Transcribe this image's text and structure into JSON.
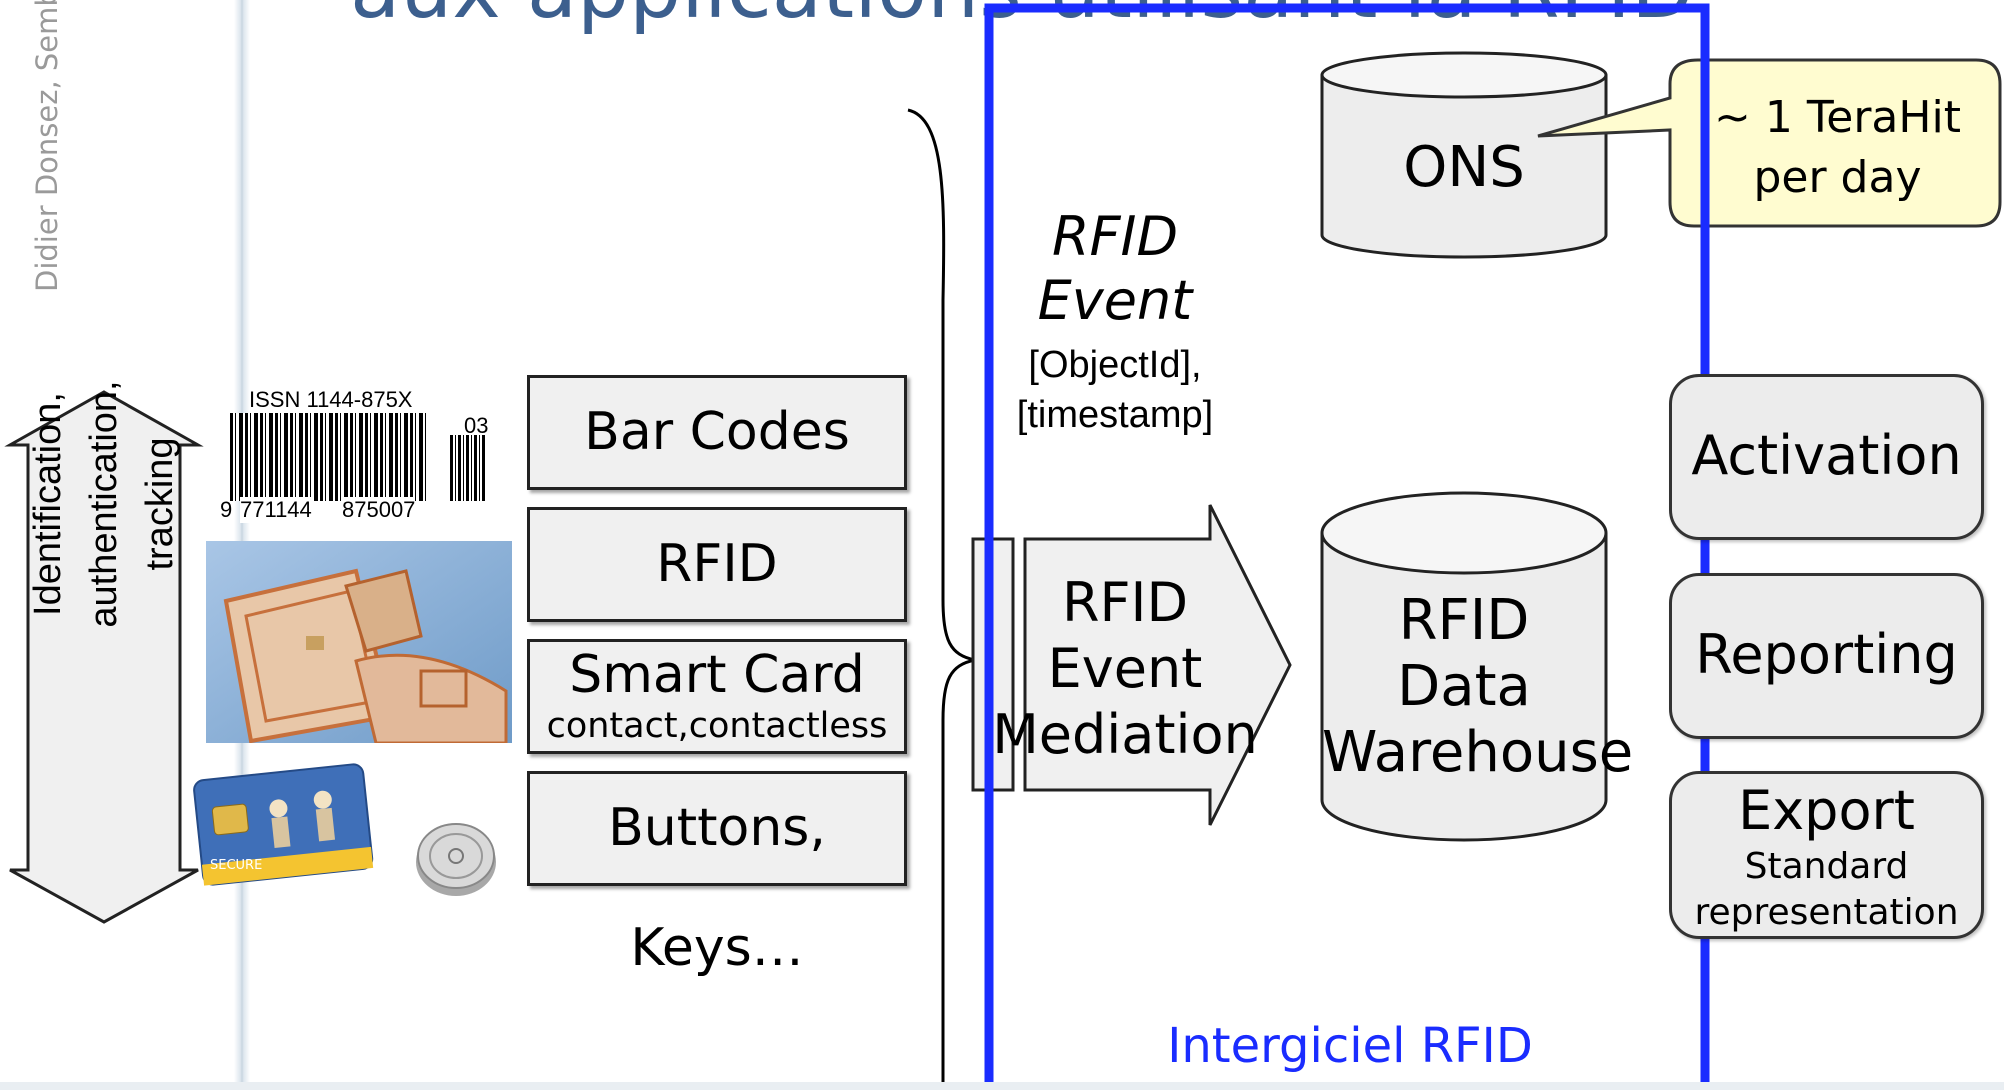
{
  "slide": {
    "author": "Didier Donsez, Semba",
    "title_fragment": "aux applications utilisant la RFID"
  },
  "left_axis": {
    "label_lines": [
      "Identification,",
      "authentication,",
      "tracking"
    ]
  },
  "barcode": {
    "issn_text": "ISSN 1144-875X",
    "number_left": "9",
    "number_mid": "771144",
    "number_right": "875007",
    "addon": "03"
  },
  "technologies": [
    {
      "label": "Bar Codes",
      "sub": ""
    },
    {
      "label": "RFID",
      "sub": ""
    },
    {
      "label": "Smart Card",
      "sub": "contact,contactless"
    },
    {
      "label": "Buttons, Keys…",
      "sub": ""
    }
  ],
  "smart_card": {
    "brand": "SECURE"
  },
  "rfid_event": {
    "title_lines": [
      "RFID",
      "Event"
    ],
    "fields": [
      "[ObjectId],",
      "[timestamp]"
    ]
  },
  "mediation": {
    "lines": [
      "RFID",
      "Event",
      "Mediation"
    ]
  },
  "ons": {
    "label": "ONS"
  },
  "callout": {
    "lines": [
      "~ 1 TeraHit",
      "per day"
    ]
  },
  "warehouse": {
    "lines": [
      "RFID",
      "Data",
      "Warehouse"
    ]
  },
  "applications": [
    {
      "label": "Activation",
      "sub_lines": []
    },
    {
      "label": "Reporting",
      "sub_lines": []
    },
    {
      "label": "Export",
      "sub_lines": [
        "Standard",
        "representation"
      ]
    }
  ],
  "middleware": {
    "label": "Intergiciel RFID"
  },
  "colors": {
    "middleware_border": "#1a2cff",
    "callout_fill": "#fffcd0",
    "shape_fill": "#f0f0f0"
  }
}
